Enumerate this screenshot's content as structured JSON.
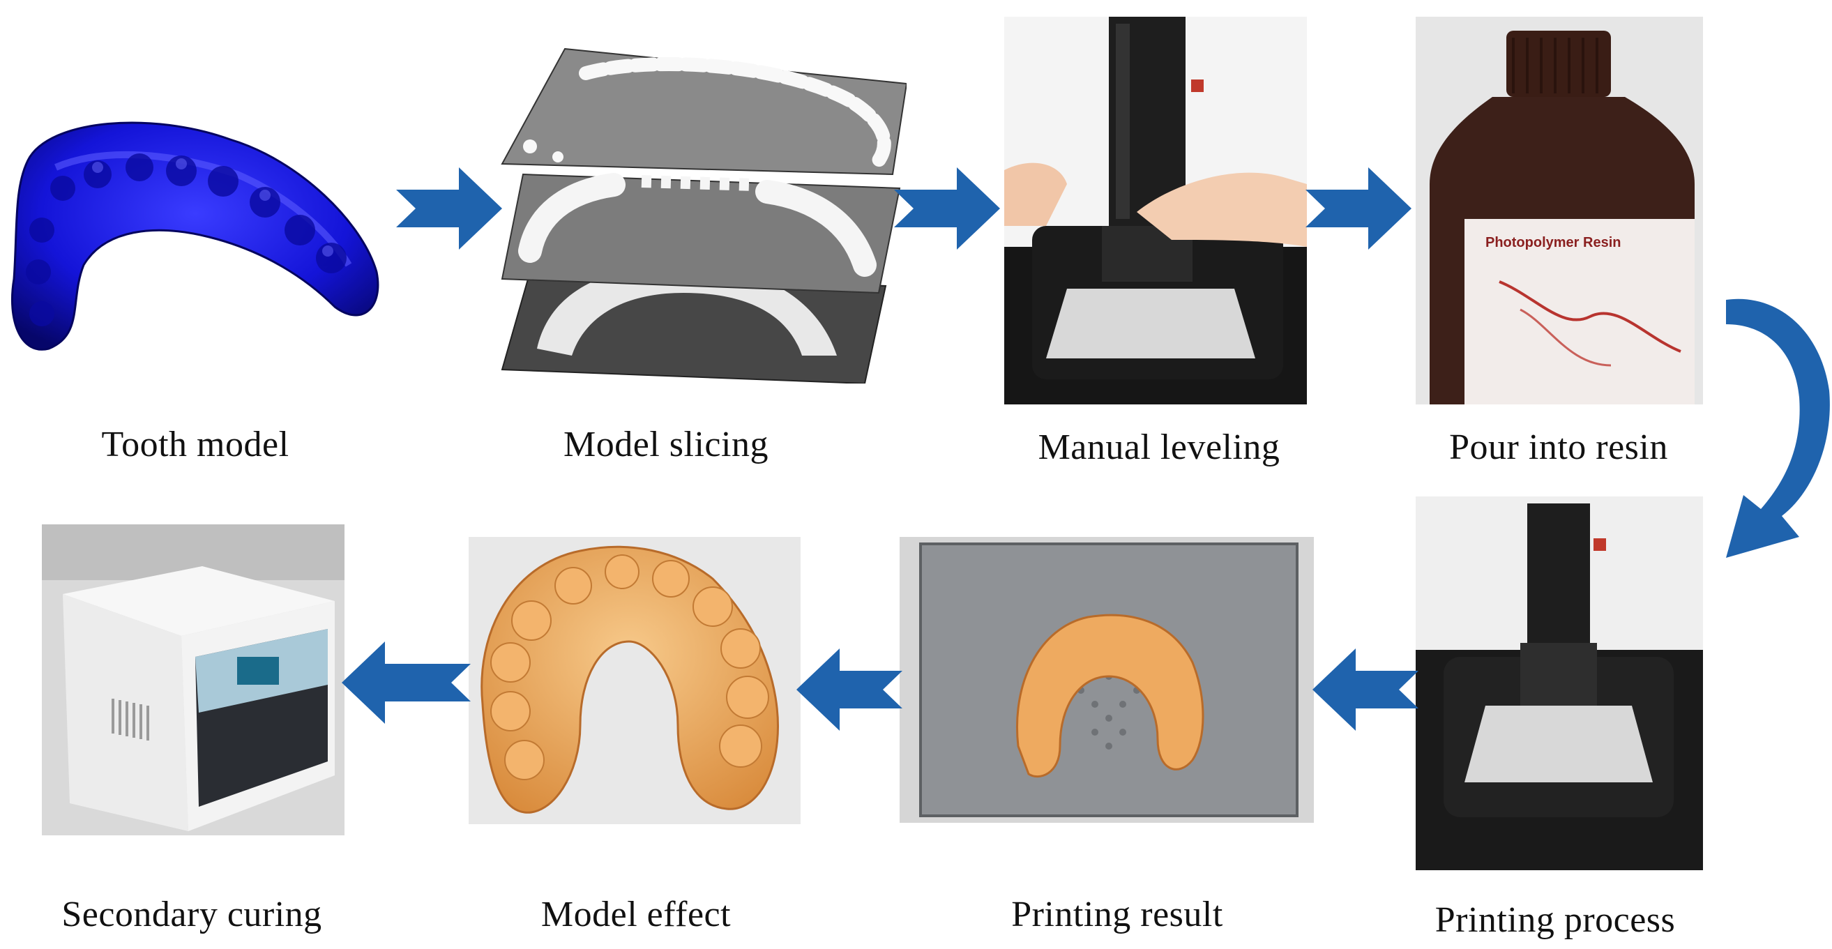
{
  "steps": [
    {
      "id": "tooth-model",
      "label": "Tooth model"
    },
    {
      "id": "model-slicing",
      "label": "Model slicing"
    },
    {
      "id": "manual-leveling",
      "label": "Manual leveling"
    },
    {
      "id": "pour-into-resin",
      "label": "Pour into resin"
    },
    {
      "id": "printing-process",
      "label": "Printing process"
    },
    {
      "id": "printing-result",
      "label": "Printing result"
    },
    {
      "id": "model-effect",
      "label": "Model effect"
    },
    {
      "id": "secondary-curing",
      "label": "Secondary curing"
    }
  ],
  "arrow_color": "#1f63ad",
  "resin_label": "Photopolymer Resin"
}
